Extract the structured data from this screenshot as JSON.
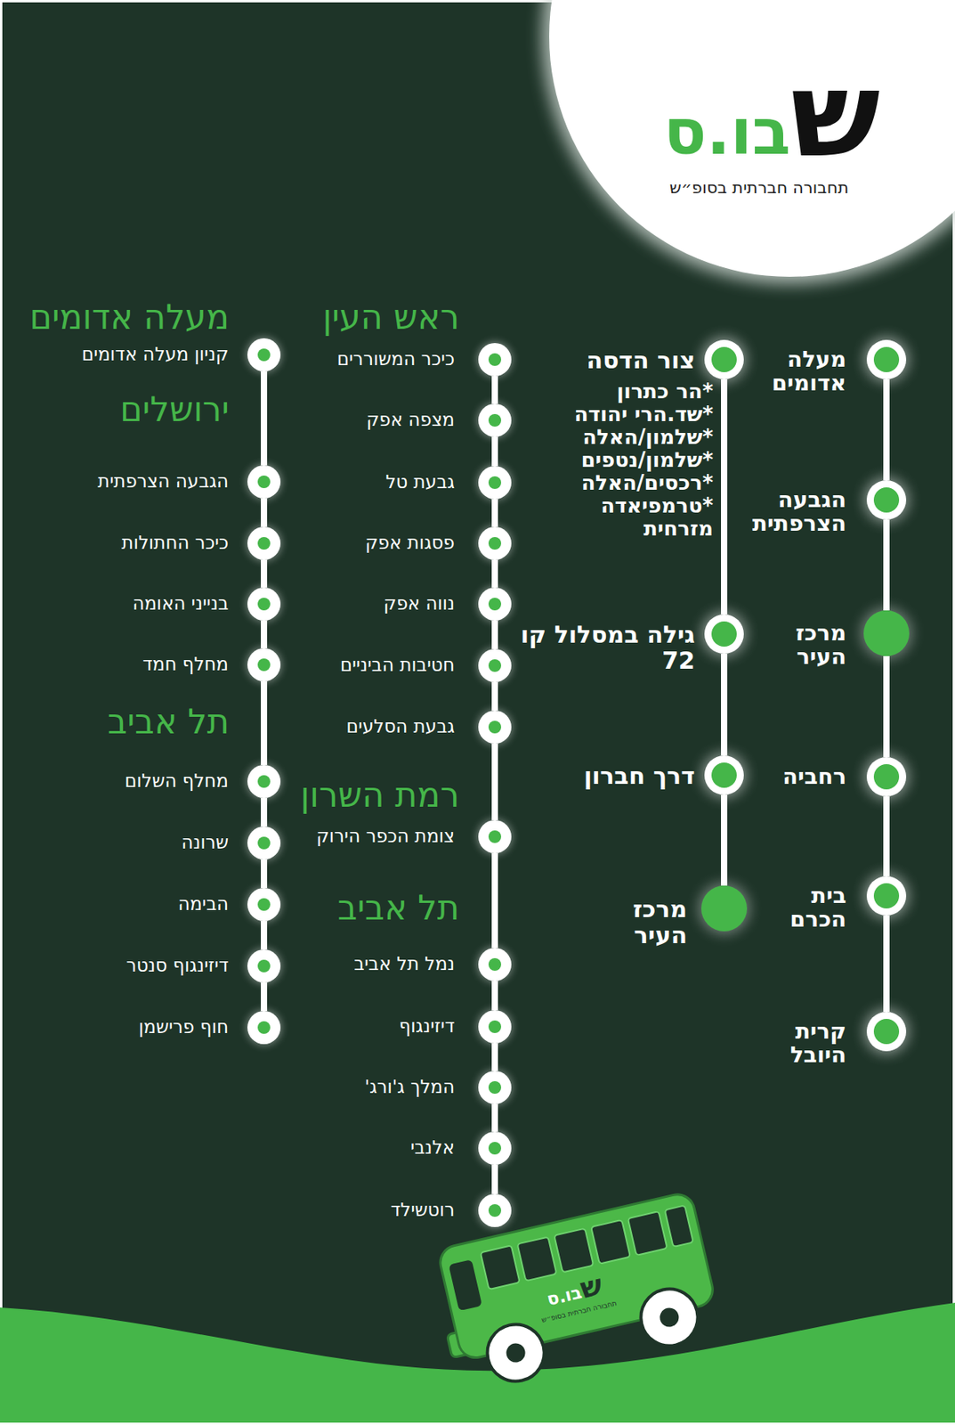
{
  "diagram": {
    "nodes": [
      {
        "text": [
          "מעלה אדומים"
        ]
      },
      {
        "text": [
          "הגבעה הצרפתית"
        ]
      },
      {
        "text": [
          "מרכז העיר"
        ]
      },
      {
        "text": [
          "רחביה"
        ]
      },
      {
        "text": [
          "בית הכרם"
        ]
      },
      {
        "text": [
          "קרית היובל"
        ]
      },
      {
        "text": [
          "צור הדסה"
        ]
      },
      {
        "text": [
          "גילה במסלול קו 72"
        ]
      },
      {
        "text": [
          "דרך חברון"
        ]
      },
      {
        "text": [
          "מרכז העיר"
        ]
      },
      {
        "text": [
          "כיכר המשוררים"
        ]
      },
      {
        "text": [
          "מצפה אפק"
        ]
      },
      {
        "text": [
          "גבעת טל"
        ]
      },
      {
        "text": [
          "פסגות אפק"
        ]
      },
      {
        "text": [
          "נווה אפק"
        ]
      },
      {
        "text": [
          "חטיבות הביניים"
        ]
      },
      {
        "text": [
          "גבעת הסלעים"
        ]
      },
      {
        "text": [
          "צומת הכפר הירוק"
        ]
      },
      {
        "text": [
          "נמל תל אביב"
        ]
      },
      {
        "text": [
          "דיזינגוף"
        ]
      },
      {
        "text": [
          "המלך ג'ורג'"
        ]
      },
      {
        "text": [
          "אלנבי"
        ]
      },
      {
        "text": [
          "רוטשילד"
        ]
      },
      {
        "text": [
          "קניון מעלה אדומים"
        ]
      },
      {
        "text": [
          "הגבעה הצרפתית"
        ]
      },
      {
        "text": [
          "כיכר החתולות"
        ]
      },
      {
        "text": [
          "בנייני האומה"
        ]
      },
      {
        "text": [
          "מחלף חמד"
        ]
      },
      {
        "text": [
          "מחלף השלום"
        ]
      },
      {
        "text": [
          "שרונה"
        ]
      },
      {
        "text": [
          "הבימה"
        ]
      },
      {
        "text": [
          "דיזינגוף סנטר"
        ]
      },
      {
        "text": [
          "חוף פרישמן"
        ]
      }
    ],
    "edges": [
      {
        "from": 0,
        "to": 1,
        "arrow": "none"
      },
      {
        "from": 1,
        "to": 2,
        "arrow": "none"
      },
      {
        "from": 2,
        "to": 3,
        "arrow": "none"
      },
      {
        "from": 3,
        "to": 4,
        "arrow": "none"
      },
      {
        "from": 4,
        "to": 5,
        "arrow": "none"
      },
      {
        "from": 6,
        "to": 7,
        "arrow": "none"
      },
      {
        "from": 7,
        "to": 8,
        "arrow": "none"
      },
      {
        "from": 8,
        "to": 9,
        "arrow": "none"
      },
      {
        "from": 10,
        "to": 11,
        "arrow": "none"
      },
      {
        "from": 11,
        "to": 12,
        "arrow": "none"
      },
      {
        "from": 12,
        "to": 13,
        "arrow": "none"
      },
      {
        "from": 13,
        "to": 14,
        "arrow": "none"
      },
      {
        "from": 14,
        "to": 15,
        "arrow": "none"
      },
      {
        "from": 15,
        "to": 16,
        "arrow": "none"
      },
      {
        "from": 16,
        "to": 17,
        "arrow": "none"
      },
      {
        "from": 17,
        "to": 18,
        "arrow": "none"
      },
      {
        "from": 18,
        "to": 19,
        "arrow": "none"
      },
      {
        "from": 19,
        "to": 20,
        "arrow": "none"
      },
      {
        "from": 20,
        "to": 21,
        "arrow": "none"
      },
      {
        "from": 21,
        "to": 22,
        "arrow": "none"
      },
      {
        "from": 23,
        "to": 24,
        "arrow": "none"
      },
      {
        "from": 24,
        "to": 25,
        "arrow": "none"
      },
      {
        "from": 25,
        "to": 26,
        "arrow": "none"
      },
      {
        "from": 26,
        "to": 27,
        "arrow": "none"
      },
      {
        "from": 27,
        "to": 28,
        "arrow": "none"
      },
      {
        "from": 28,
        "to": 29,
        "arrow": "none"
      },
      {
        "from": 29,
        "to": 30,
        "arrow": "none"
      },
      {
        "from": 30,
        "to": 31,
        "arrow": "none"
      },
      {
        "from": 31,
        "to": 32,
        "arrow": "none"
      }
    ],
    "labels": [
      "ראש העין",
      "רמת השרון",
      "תל אביב",
      "מעלה אדומים",
      "ירושלים",
      "תל אביב",
      "*הר כתרון",
      "*שד.הרי יהודה",
      "*שלמון/האלה",
      "*שלמון/נטפים",
      "*רכסים/האלה",
      "*טרמפיאדה מזרחית",
      "ש",
      "בו.ס",
      "תחבורה חברתית בסופ״ש",
      "ש",
      "בו.ס",
      "תחבורה חברתית בסופ״ש"
    ]
  }
}
